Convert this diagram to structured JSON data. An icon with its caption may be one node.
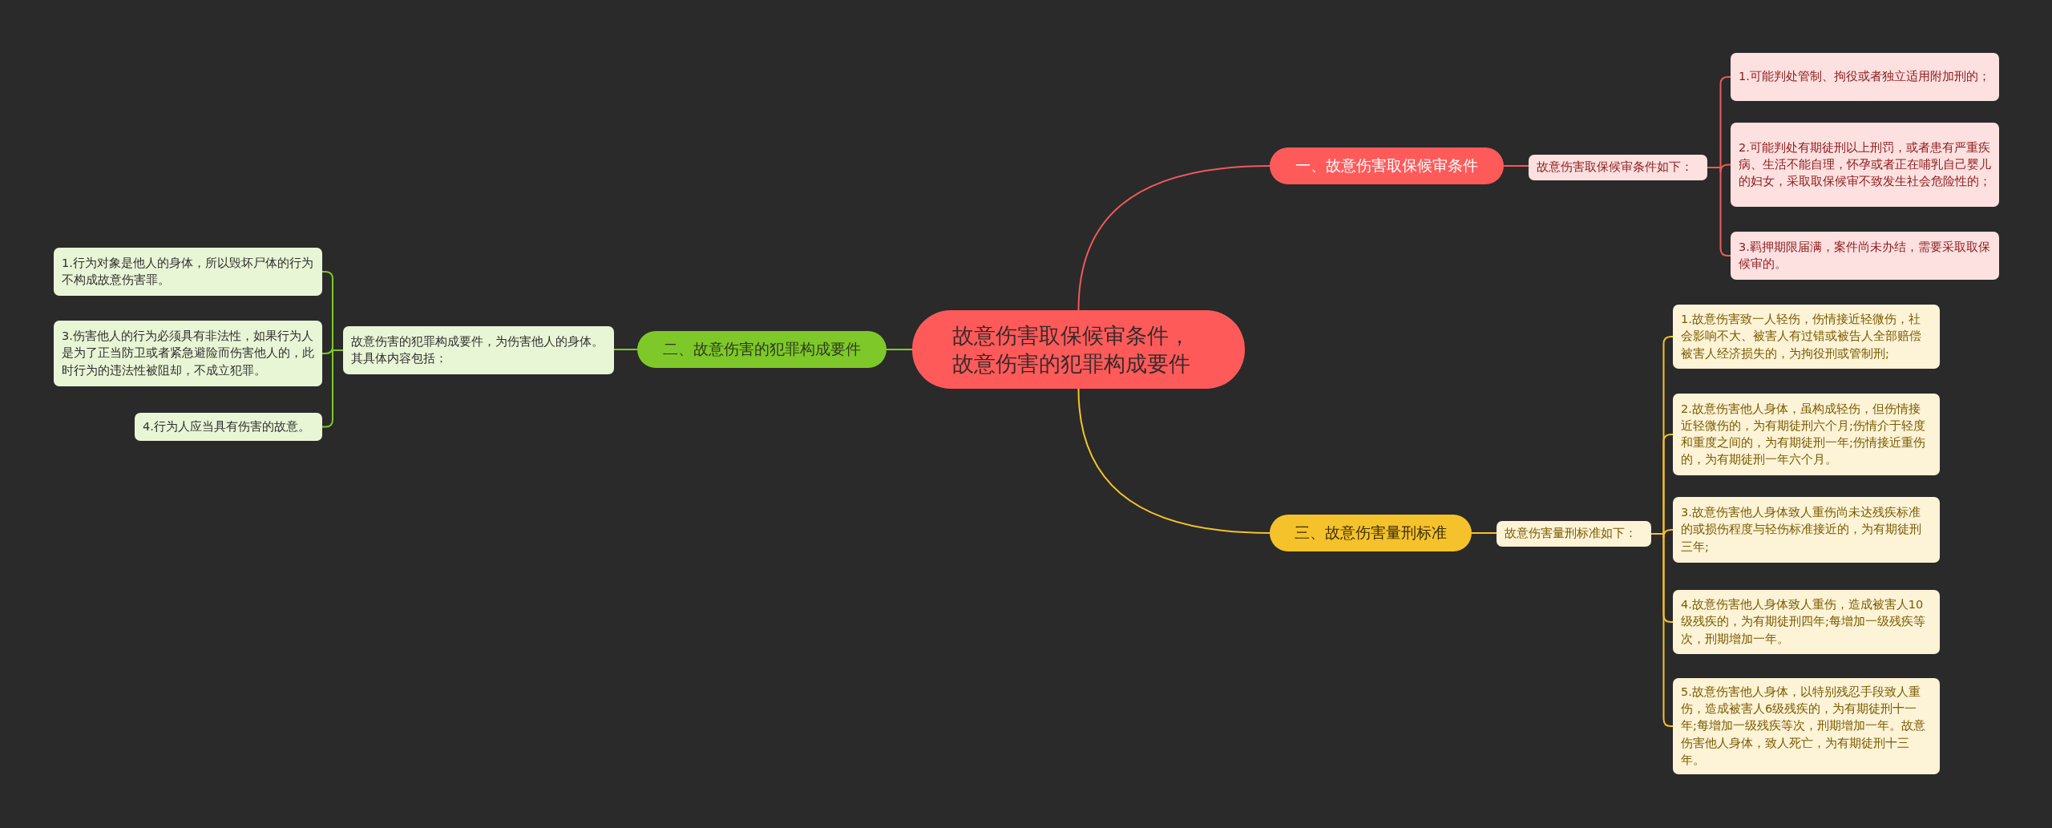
{
  "diagram": {
    "nodes": [
      {
        "text": [
          "故意伤害取保候审条件，故意伤害的犯罪构成要件"
        ]
      },
      {
        "text": [
          "一、故意伤害取保候审条件"
        ]
      },
      {
        "text": [
          "故意伤害取保候审条件如下："
        ]
      },
      {
        "text": [
          "1.可能判处管制、拘役或者独立适用附加刑的；"
        ]
      },
      {
        "text": [
          "2.可能判处有期徒刑以上刑罚，或者患有严重疾病、生活不能自理，怀孕或者正在哺乳自己婴儿的妇女，采取取保候审不致发生社会危险性的；"
        ]
      },
      {
        "text": [
          "3.羁押期限届满，案件尚未办结，需要采取取保候审的。"
        ]
      },
      {
        "text": [
          "二、故意伤害的犯罪构成要件"
        ]
      },
      {
        "text": [
          "故意伤害的犯罪构成要件，为伤害他人的身体。其具体内容包括："
        ]
      },
      {
        "text": [
          "1.行为对象是他人的身体，所以毁坏尸体的行为不构成故意伤害罪。"
        ]
      },
      {
        "text": [
          "3.伤害他人的行为必须具有非法性，如果行为人是为了正当防卫或者紧急避险而伤害他人的，此时行为的违法性被阻却，不成立犯罪。"
        ]
      },
      {
        "text": [
          "4.行为人应当具有伤害的故意。"
        ]
      },
      {
        "text": [
          "三、故意伤害量刑标准"
        ]
      },
      {
        "text": [
          "故意伤害量刑标准如下："
        ]
      },
      {
        "text": [
          "1.故意伤害致一人轻伤，伤情接近轻微伤，社会影响不大、被害人有过错或被告人全部赔偿被害人经济损失的，为拘役刑或管制刑;"
        ]
      },
      {
        "text": [
          "2.故意伤害他人身体，虽构成轻伤，但伤情接近轻微伤的，为有期徒刑六个月;伤情介于轻度和重度之间的，为有期徒刑一年;伤情接近重伤的，为有期徒刑一年六个月。"
        ]
      },
      {
        "text": [
          "3.故意伤害他人身体致人重伤尚未达残疾标准的或损伤程度与轻伤标准接近的，为有期徒刑三年;"
        ]
      },
      {
        "text": [
          "4.故意伤害他人身体致人重伤，造成被害人10级残疾的，为有期徒刑四年;每增加一级残疾等次，刑期增加一年。"
        ]
      },
      {
        "text": [
          "5.故意伤害他人身体，以特别残忍手段致人重伤，造成被害人6级残疾的，为有期徒刑十一年;每增加一级残疾等次，刑期增加一年。故意伤害他人身体，致人死亡，为有期徒刑十三年。"
        ]
      }
    ],
    "edges": [
      {
        "from": 0,
        "to": 1,
        "arrow": "none",
        "color": "#f05a5a"
      },
      {
        "from": 1,
        "to": 2,
        "arrow": "none",
        "color": "#f05a5a"
      },
      {
        "from": 2,
        "to": 3,
        "arrow": "none",
        "color": "#f05a5a"
      },
      {
        "from": 2,
        "to": 4,
        "arrow": "none",
        "color": "#f05a5a"
      },
      {
        "from": 2,
        "to": 5,
        "arrow": "none",
        "color": "#f05a5a"
      },
      {
        "from": 0,
        "to": 6,
        "arrow": "none",
        "color": "#7ec82a"
      },
      {
        "from": 6,
        "to": 7,
        "arrow": "none",
        "color": "#7ec82a"
      },
      {
        "from": 7,
        "to": 8,
        "arrow": "none",
        "color": "#7ec82a"
      },
      {
        "from": 7,
        "to": 9,
        "arrow": "none",
        "color": "#7ec82a"
      },
      {
        "from": 7,
        "to": 10,
        "arrow": "none",
        "color": "#7ec82a"
      },
      {
        "from": 0,
        "to": 11,
        "arrow": "none",
        "color": "#f5c22b"
      },
      {
        "from": 11,
        "to": 12,
        "arrow": "none",
        "color": "#f5c22b"
      },
      {
        "from": 12,
        "to": 13,
        "arrow": "none",
        "color": "#f5c22b"
      },
      {
        "from": 12,
        "to": 14,
        "arrow": "none",
        "color": "#f5c22b"
      },
      {
        "from": 12,
        "to": 15,
        "arrow": "none",
        "color": "#f5c22b"
      },
      {
        "from": 12,
        "to": 16,
        "arrow": "none",
        "color": "#f5c22b"
      },
      {
        "from": 12,
        "to": 17,
        "arrow": "none",
        "color": "#f5c22b"
      }
    ]
  }
}
